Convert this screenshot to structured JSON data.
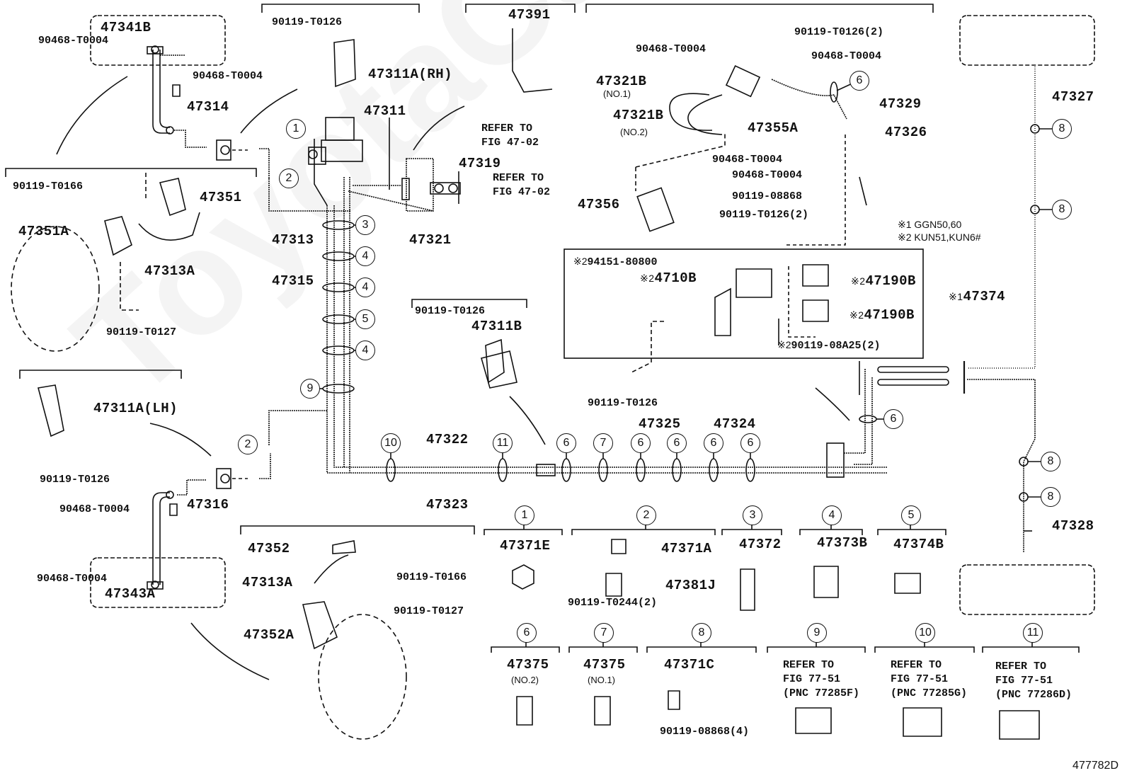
{
  "figure_id": "477782D",
  "watermark": "ToyotaCarNive.ru",
  "notes": [
    "※1 GGN50,60",
    "※2 KUN51,KUN6#"
  ],
  "labels": {
    "p47341B": "47341B",
    "p90468_a": "90468-T0004",
    "p90468_b": "90468-T0004",
    "p47314": "47314",
    "p90119_T0166_a": "90119-T0166",
    "p47351": "47351",
    "p47351A": "47351A",
    "p47313A_a": "47313A",
    "p90119_T0127_a": "90119-T0127",
    "p90119_T0126_a": "90119-T0126",
    "p47311A_RH": "47311A(RH)",
    "p47311": "47311",
    "p47319": "47319",
    "p47313": "47313",
    "p47321": "47321",
    "p47315": "47315",
    "p47391": "47391",
    "ref_47_02_a": "REFER TO\nFIG 47-02",
    "ref_47_02_b": "REFER TO\nFIG 47-02",
    "p90119_T0126_2a": "90119-T0126(2)",
    "p90468_c": "90468-T0004",
    "p90468_d": "90468-T0004",
    "p47321B_1": "47321B",
    "p47321B_1_sub": "(NO.1)",
    "p47321B_2": "47321B",
    "p47321B_2_sub": "(NO.2)",
    "p47355A": "47355A",
    "p47329": "47329",
    "p47326": "47326",
    "p90468_e": "90468-T0004",
    "p90468_f": "90468-T0004",
    "p47356": "47356",
    "p90119_08868": "90119-08868",
    "p90119_T0126_2b": "90119-T0126(2)",
    "p47327": "47327",
    "p94151": "94151-80800",
    "p4710B": "4710B",
    "p47190B_a": "47190B",
    "p47190B_b": "47190B",
    "p47374": "47374",
    "p90119_08A25": "90119-08A25(2)",
    "p90119_T0126_b": "90119-T0126",
    "p90119_T0126_c": "90119-T0126",
    "p47311B": "47311B",
    "p47311A_LH": "47311A(LH)",
    "p90119_T0126_d": "90119-T0126",
    "p47316": "47316",
    "p90468_g": "90468-T0004",
    "p90468_h": "90468-T0004",
    "p47343A": "47343A",
    "p47322": "47322",
    "p47323": "47323",
    "p47325": "47325",
    "p47324": "47324",
    "p47328": "47328",
    "p47352": "47352",
    "p47313A_b": "47313A",
    "p47352A": "47352A",
    "p90119_T0166_b": "90119-T0166",
    "p90119_T0127_b": "90119-T0127",
    "mark1": "※1",
    "mark2": "※2"
  },
  "legend_groups": [
    {
      "num": "1",
      "parts": [
        "47371E"
      ]
    },
    {
      "num": "2",
      "parts": [
        "47371A",
        "47381J",
        "90119-T0244(2)"
      ]
    },
    {
      "num": "3",
      "parts": [
        "47372"
      ]
    },
    {
      "num": "4",
      "parts": [
        "47373B"
      ]
    },
    {
      "num": "5",
      "parts": [
        "47374B"
      ]
    },
    {
      "num": "6",
      "parts": [
        "47375"
      ],
      "sub": "(NO.2)"
    },
    {
      "num": "7",
      "parts": [
        "47375"
      ],
      "sub": "(NO.1)"
    },
    {
      "num": "8",
      "parts": [
        "47371C",
        "90119-08868(4)"
      ]
    },
    {
      "num": "9",
      "ref": "REFER TO\nFIG 77-51\n(PNC 77285F)"
    },
    {
      "num": "10",
      "ref": "REFER TO\nFIG 77-51\n(PNC 77285G)"
    },
    {
      "num": "11",
      "ref": "REFER TO\nFIG 77-51\n(PNC 77286D)"
    }
  ],
  "callouts": {
    "c1": "1",
    "c2a": "2",
    "c2b": "2",
    "c3": "3",
    "c4a": "4",
    "c4b": "4",
    "c5": "5",
    "c4c": "4",
    "c9": "9",
    "c10": "10",
    "c11": "11",
    "c6a": "6",
    "c7": "7",
    "c6b": "6",
    "c6c": "6",
    "c6d": "6",
    "c6e": "6",
    "c6f": "6",
    "c6g": "6",
    "c8a": "8",
    "c8b": "8",
    "c8c": "8",
    "c8d": "8"
  }
}
